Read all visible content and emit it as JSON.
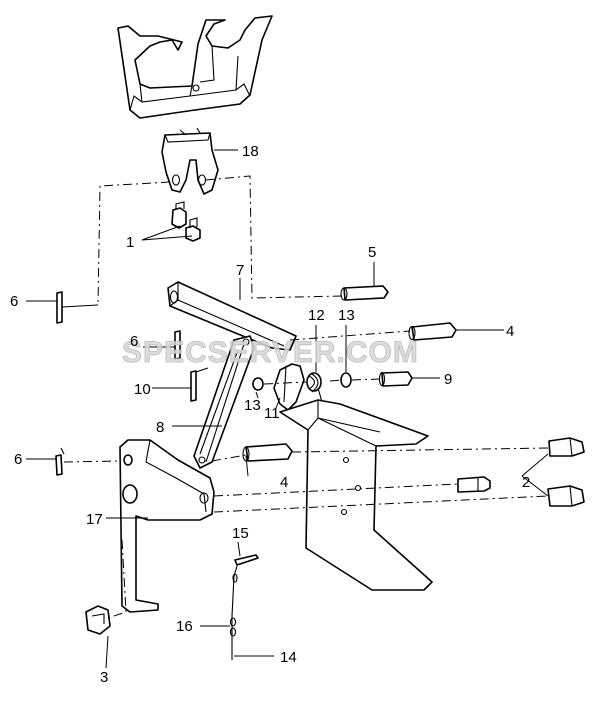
{
  "watermark": "SPECSERVER.COM",
  "callouts": {
    "c1": "1",
    "c2": "2",
    "c3": "3",
    "c4a": "4",
    "c4b": "4",
    "c5": "5",
    "c6a": "6",
    "c6b": "6",
    "c6c": "6",
    "c7": "7",
    "c8": "8",
    "c9": "9",
    "c10": "10",
    "c11": "11",
    "c12": "12",
    "c13a": "13",
    "c13b": "13",
    "c14": "14",
    "c15": "15",
    "c16": "16",
    "c17": "17",
    "c18": "18"
  }
}
